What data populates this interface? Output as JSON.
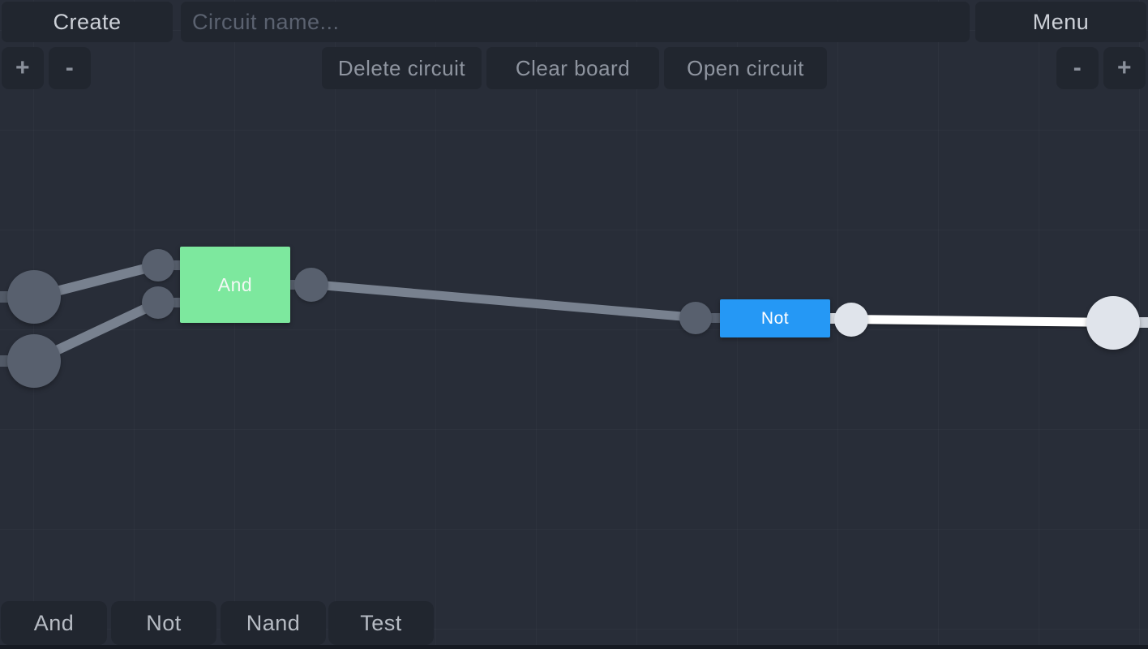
{
  "header": {
    "create_button": "Create",
    "circuit_name_input": {
      "value": "",
      "placeholder": "Circuit name..."
    },
    "menu_button": "Menu",
    "toolbar": {
      "delete_circuit": "Delete circuit",
      "clear_board": "Clear board",
      "open_circuit": "Open circuit"
    },
    "zoom_controls": {
      "zoom_in": "+",
      "zoom_out": "-"
    }
  },
  "palette": {
    "items": [
      "And",
      "Not",
      "Nand",
      "Test"
    ]
  },
  "canvas": {
    "gates": [
      {
        "label": "And",
        "color": "#7de89e",
        "state": "off"
      },
      {
        "label": "Not",
        "color": "#2598f5",
        "state": "on"
      }
    ],
    "nodes": [
      {
        "kind": "input-node",
        "state": "off"
      },
      {
        "kind": "input-node",
        "state": "off"
      },
      {
        "kind": "output-node",
        "state": "on"
      }
    ],
    "colors": {
      "background": "#282d38",
      "wire_off": "#78818f",
      "wire_on": "#ffffff",
      "node_off": "#58606e",
      "node_on": "#e0e4eb"
    }
  }
}
